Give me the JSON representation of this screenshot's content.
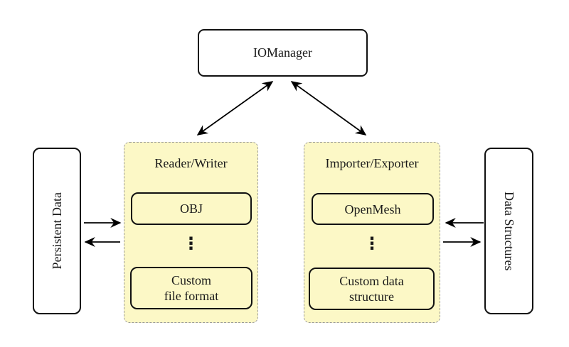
{
  "colors": {
    "background": "#ffffff",
    "panel_fill": "#fcf8c6",
    "panel_border": "#9b9b9b",
    "box_border": "#111111",
    "arrow": "#000000"
  },
  "nodes": {
    "io_manager": {
      "label": "IOManager"
    },
    "persistent_data": {
      "label": "Persistent Data"
    },
    "data_structures": {
      "label": "Data Structures"
    },
    "reader_writer": {
      "title": "Reader/Writer",
      "top_item": "OBJ",
      "ellipsis": "⋮",
      "bottom_item": "Custom\nfile format"
    },
    "importer_exporter": {
      "title": "Importer/Exporter",
      "top_item": "OpenMesh",
      "ellipsis": "⋮",
      "bottom_item": "Custom data\nstructure"
    }
  },
  "edges": [
    {
      "from": "io_manager",
      "to": "reader_writer",
      "direction": "both"
    },
    {
      "from": "io_manager",
      "to": "importer_exporter",
      "direction": "both"
    },
    {
      "from": "persistent_data",
      "to": "reader_writer",
      "direction": "forward"
    },
    {
      "from": "reader_writer",
      "to": "persistent_data",
      "direction": "forward"
    },
    {
      "from": "data_structures",
      "to": "importer_exporter",
      "direction": "forward"
    },
    {
      "from": "importer_exporter",
      "to": "data_structures",
      "direction": "forward"
    }
  ]
}
